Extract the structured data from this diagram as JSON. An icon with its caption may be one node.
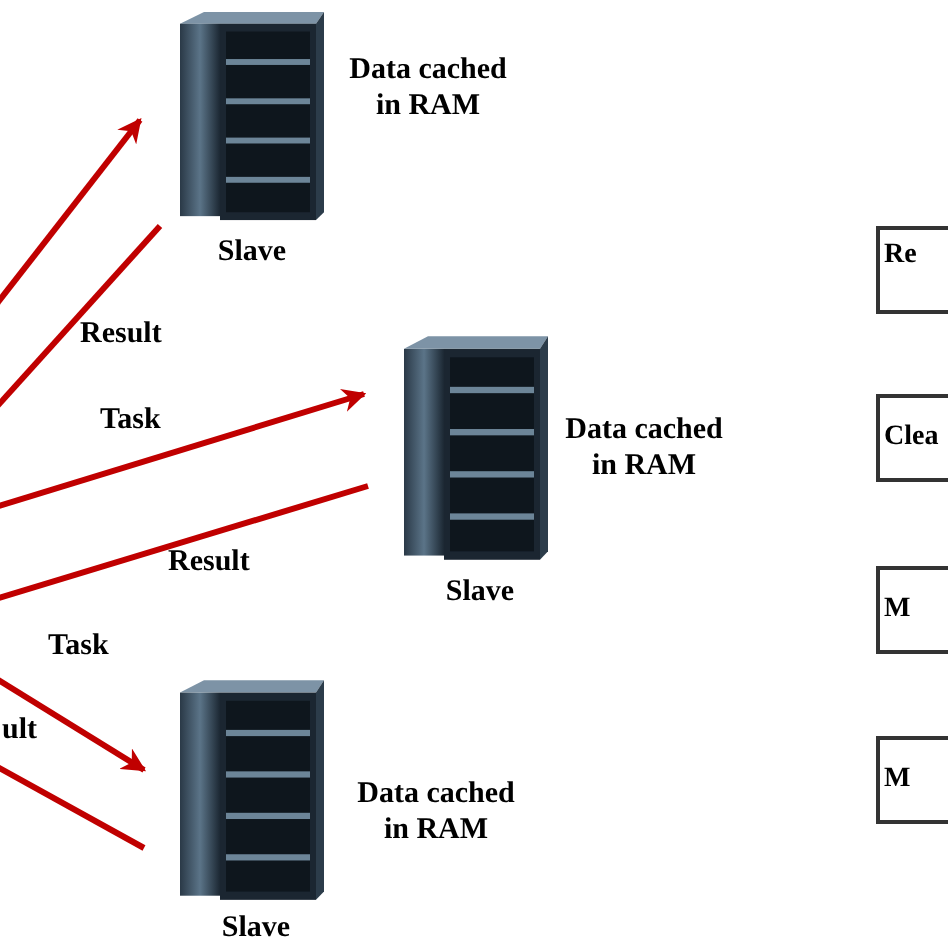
{
  "diagram": {
    "nodes": [
      {
        "text": [],
        "shape": "picture",
        "beside": [
          "Data cached in RAM",
          "Slave"
        ]
      },
      {
        "text": [],
        "shape": "picture",
        "beside": [
          "Data cached in RAM",
          "Slave"
        ]
      },
      {
        "text": [],
        "shape": "picture",
        "beside": [
          "Data cached in RAM",
          "Slave"
        ]
      },
      {
        "text": [
          "Re"
        ]
      },
      {
        "text": [
          "Clea"
        ]
      },
      {
        "text": [
          "M"
        ]
      },
      {
        "text": [
          "M"
        ]
      }
    ],
    "edges": [
      {
        "from": null,
        "to": 0,
        "arrow": "to"
      },
      {
        "from": 0,
        "to": null,
        "arrow": "none",
        "label": "Result"
      },
      {
        "from": null,
        "to": 1,
        "arrow": "to",
        "label": "Task"
      },
      {
        "from": 1,
        "to": null,
        "arrow": "none",
        "label": "Result"
      },
      {
        "from": null,
        "to": 2,
        "arrow": "to",
        "label": "Task"
      },
      {
        "from": 2,
        "to": null,
        "arrow": "none",
        "label": "ult"
      }
    ]
  }
}
